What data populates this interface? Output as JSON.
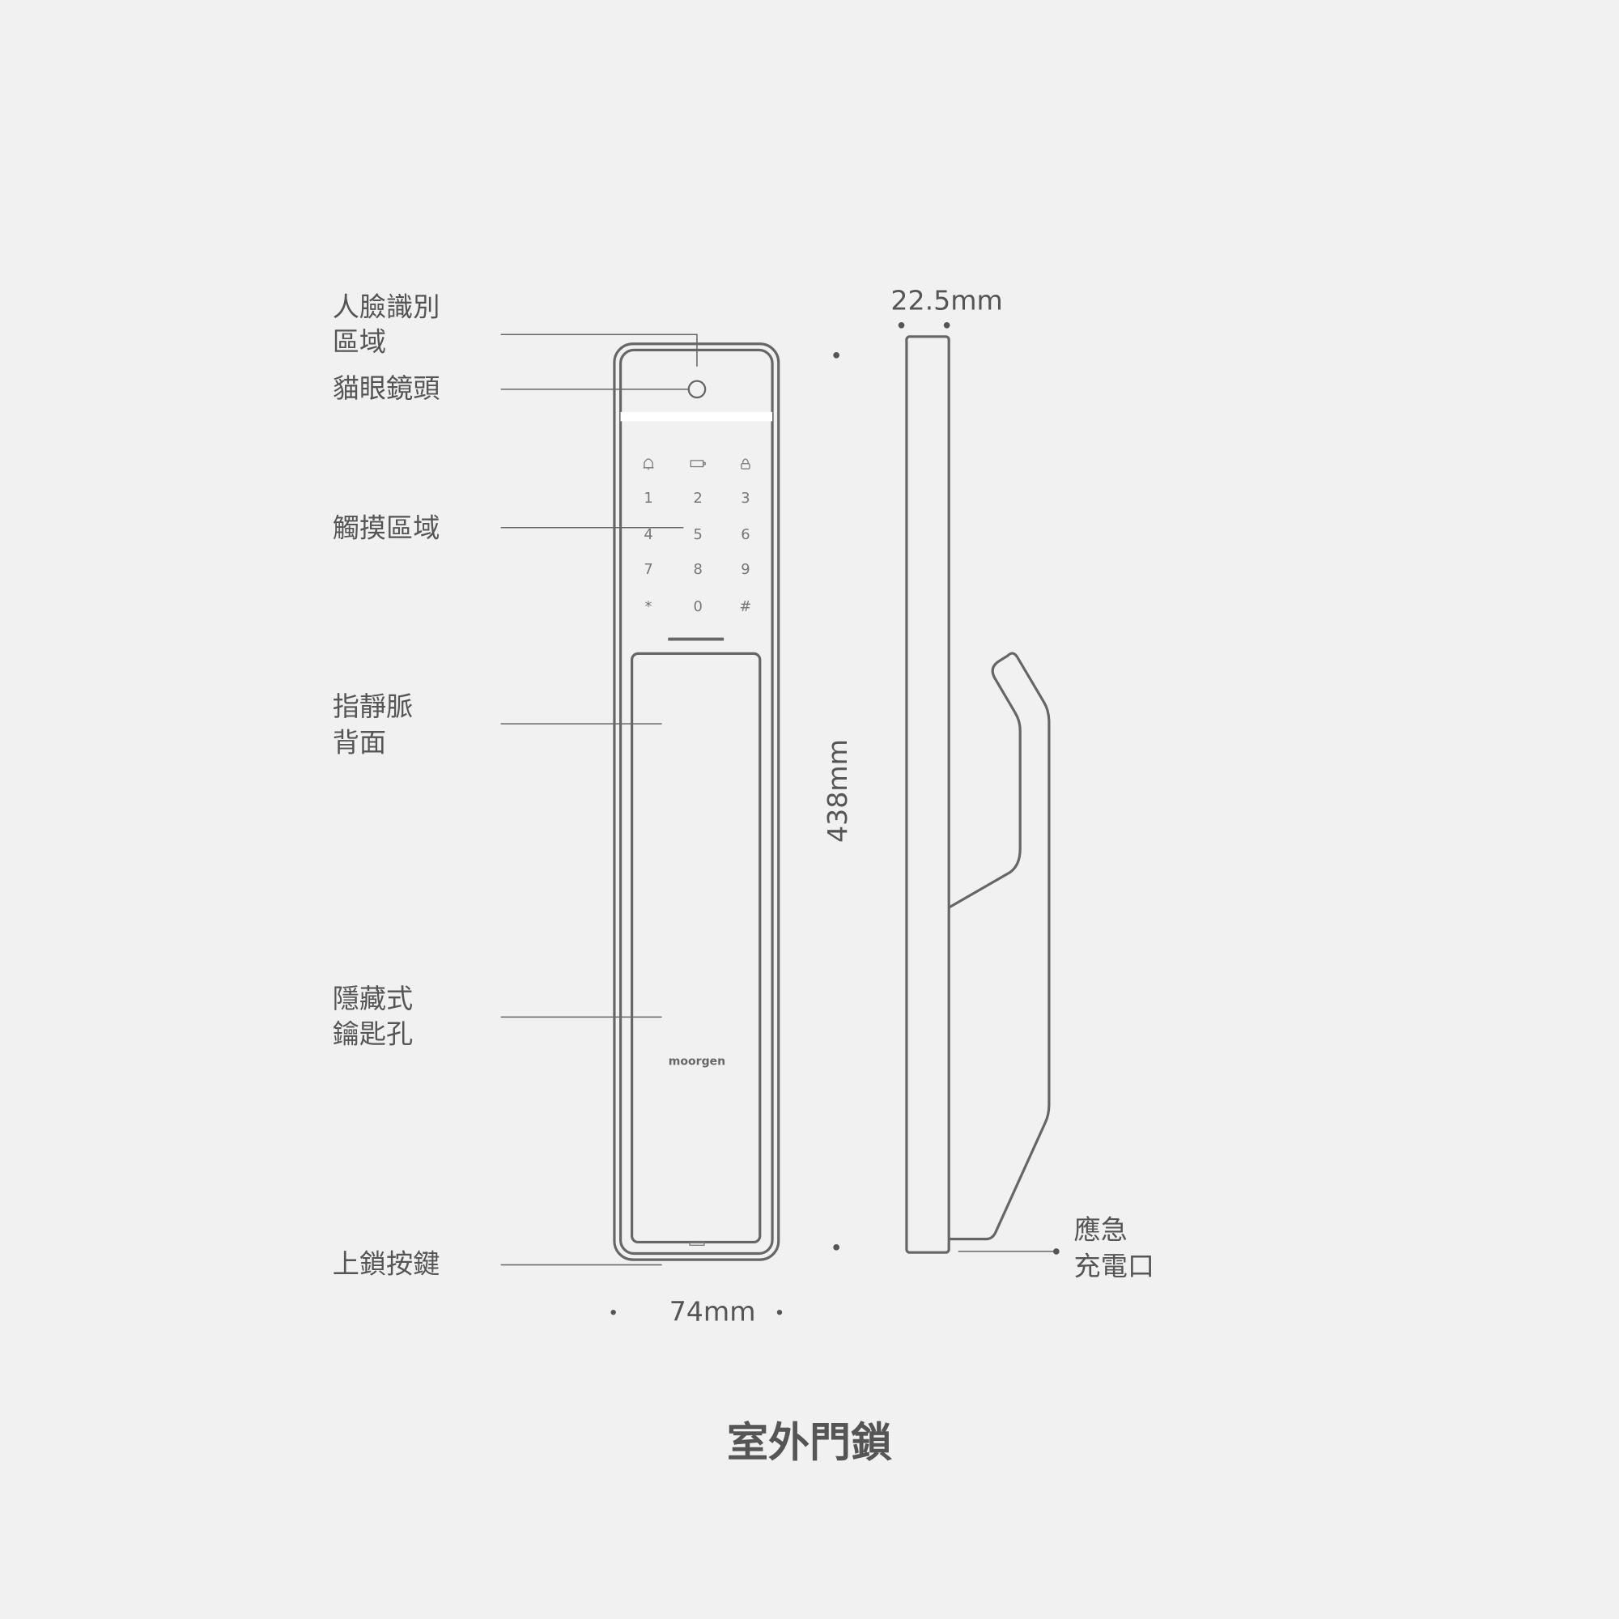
{
  "labels": {
    "face_recognition": [
      "人臉識別",
      "區域"
    ],
    "peephole_lens": "貓眼鏡頭",
    "touch_area": "觸摸區域",
    "finger_vein": [
      "指靜脈",
      "背面"
    ],
    "hidden_keyhole": [
      "隱藏式",
      "鑰匙孔"
    ],
    "lock_button": "上鎖按鍵",
    "emergency_charging": [
      "應急",
      "充電口"
    ]
  },
  "dimensions": {
    "height": "438mm",
    "width": "74mm",
    "depth": "22.5mm"
  },
  "keypad": {
    "icons": [
      "bell-icon",
      "battery-icon",
      "lock-icon"
    ],
    "keys": [
      "1",
      "2",
      "3",
      "4",
      "5",
      "6",
      "7",
      "8",
      "9",
      "*",
      "0",
      "#"
    ]
  },
  "brand": "moorgen",
  "title": "室外門鎖",
  "colors": {
    "background": "#f1f1f1",
    "line": "#666666",
    "text": "#555555"
  }
}
